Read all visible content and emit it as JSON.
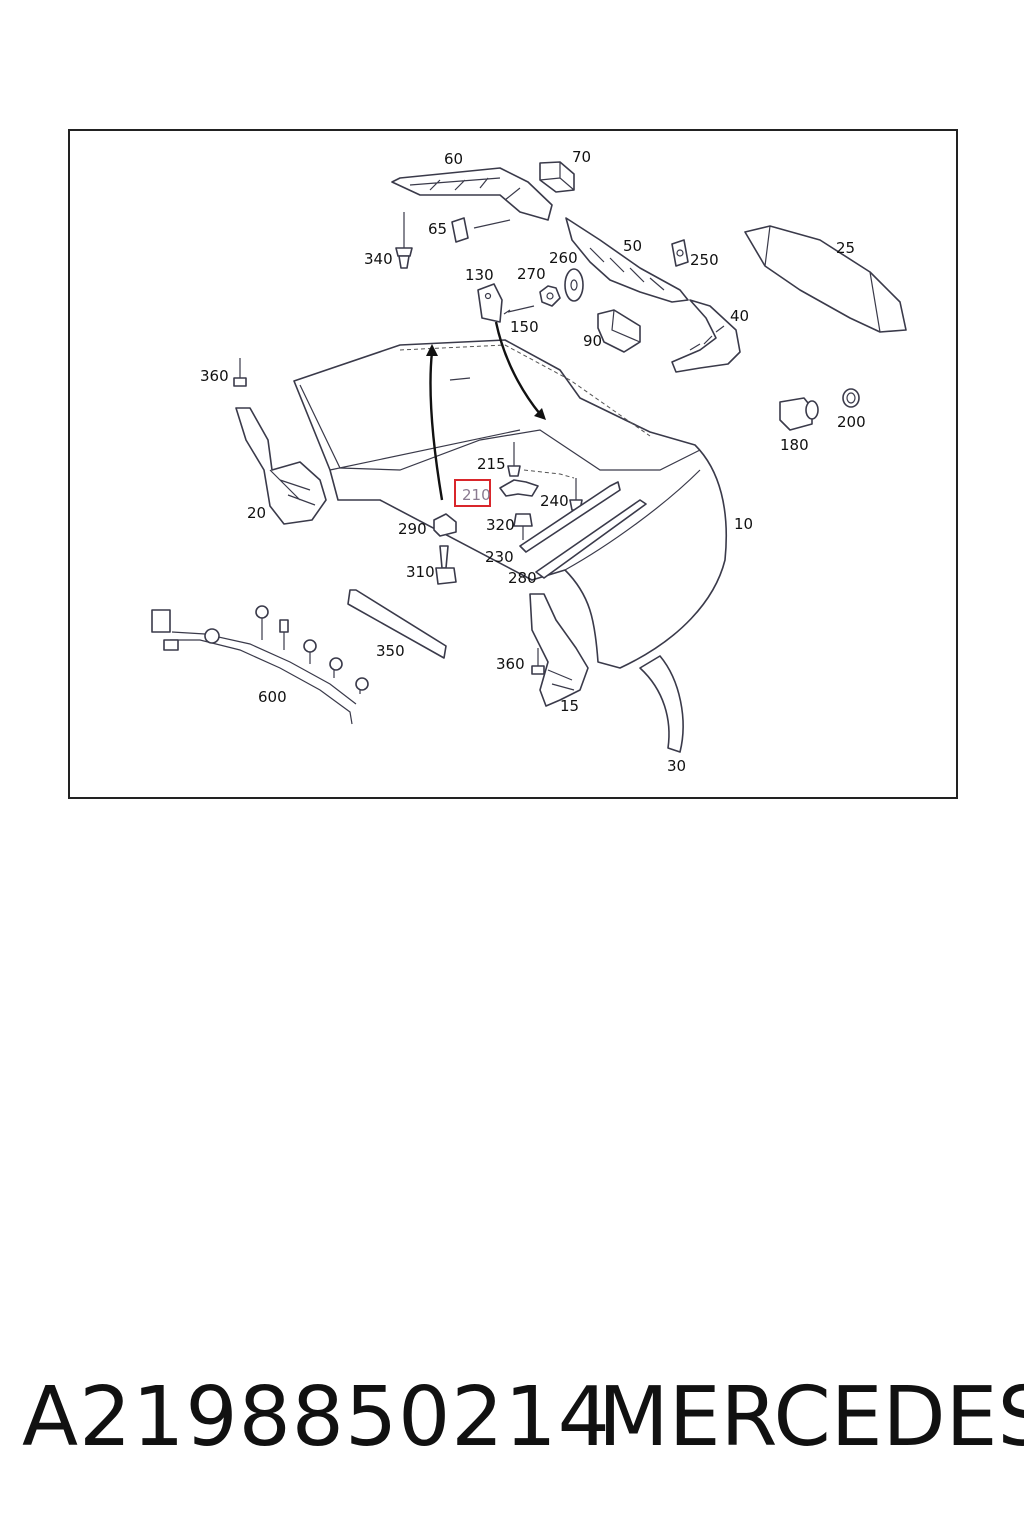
{
  "diagram": {
    "callouts": {
      "c10": "10",
      "c15": "15",
      "c20": "20",
      "c25": "25",
      "c30": "30",
      "c40": "40",
      "c50": "50",
      "c60": "60",
      "c65": "65",
      "c70": "70",
      "c90": "90",
      "c130": "130",
      "c150": "150",
      "c180": "180",
      "c200": "200",
      "c210": "210",
      "c215": "215",
      "c230": "230",
      "c240": "240",
      "c250": "250",
      "c260": "260",
      "c270": "270",
      "c280": "280",
      "c290": "290",
      "c310": "310",
      "c320": "320",
      "c340": "340",
      "c350": "350",
      "c360a": "360",
      "c360b": "360",
      "c600": "600"
    },
    "highlighted_callout": "210",
    "highlight_color": "#d9262b"
  },
  "footer": {
    "part_number": "A2198850214",
    "brand": "MERCEDES"
  }
}
